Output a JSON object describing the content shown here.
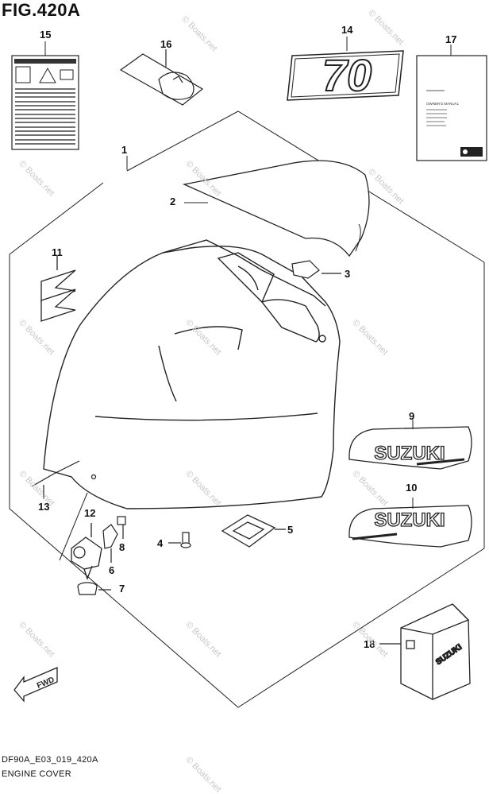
{
  "figure": {
    "title": "FIG.420A",
    "code": "DF90A_E03_019_420A",
    "caption": "ENGINE COVER"
  },
  "callouts": {
    "c1": "1",
    "c2": "2",
    "c3": "3",
    "c4": "4",
    "c5": "5",
    "c6": "6",
    "c7": "7",
    "c8": "8",
    "c9": "9",
    "c10": "10",
    "c11": "11",
    "c12": "12",
    "c13": "13",
    "c14": "14",
    "c15": "15",
    "c16": "16",
    "c17": "17",
    "c18": "18"
  },
  "labels": {
    "emblem_70": "70",
    "suzuki_upper": "SUZUKI",
    "suzuki_lower": "SUZUKI",
    "cover_brand": "SUZUKI",
    "fwd": "FWD",
    "manual_title": "OWNER'S MANUAL"
  },
  "watermark": "© Boats.net"
}
